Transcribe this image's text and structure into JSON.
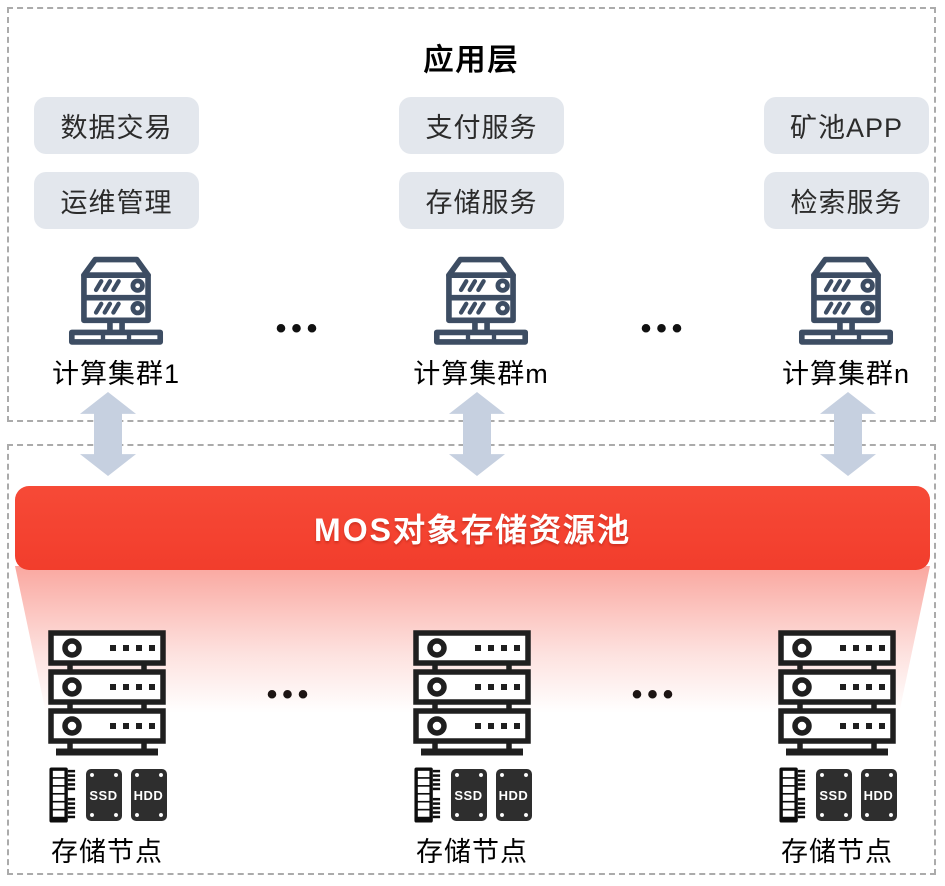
{
  "app_layer": {
    "title": "应用层",
    "service_columns": [
      {
        "items": [
          "数据交易",
          "运维管理"
        ]
      },
      {
        "items": [
          "支付服务",
          "存储服务"
        ]
      },
      {
        "items": [
          "矿池APP",
          "检索服务"
        ]
      }
    ],
    "clusters": [
      {
        "label": "计算集群1"
      },
      {
        "label": "计算集群m"
      },
      {
        "label": "计算集群n"
      }
    ],
    "ellipsis": "•••"
  },
  "storage_pool": {
    "title": "MOS对象存储资源池"
  },
  "storage_layer": {
    "nodes": [
      {
        "label": "存储节点"
      },
      {
        "label": "存储节点"
      },
      {
        "label": "存储节点"
      }
    ],
    "disk_ssd": "SSD",
    "disk_hdd": "HDD",
    "ellipsis": "•••"
  },
  "colors": {
    "accent_red": "#f5402f",
    "pill_background": "#e3e7ed",
    "cluster_icon": "#3d4d63",
    "rack_icon": "#1f1f1f",
    "arrow": "#c6d0e0",
    "dashed_border": "#ababab"
  }
}
